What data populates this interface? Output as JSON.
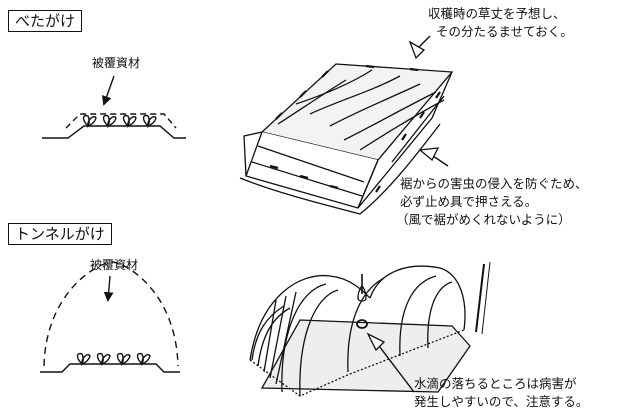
{
  "sections": {
    "betagake": {
      "title": "べたがけ",
      "material_label": "被覆資材"
    },
    "tunnel": {
      "title": "トンネルがけ",
      "material_label": "被覆資材"
    }
  },
  "notes": {
    "height": [
      "収穫時の草丈を予想し、",
      "その分たるませておく。"
    ],
    "hem": [
      "裾からの害虫の侵入を防ぐため、",
      "必ず止め具で押さえる。",
      "（風で裾がめくれないように）"
    ],
    "drip": [
      "水滴の落ちるところは病害が",
      "発生しやすいので、注意する。"
    ]
  }
}
